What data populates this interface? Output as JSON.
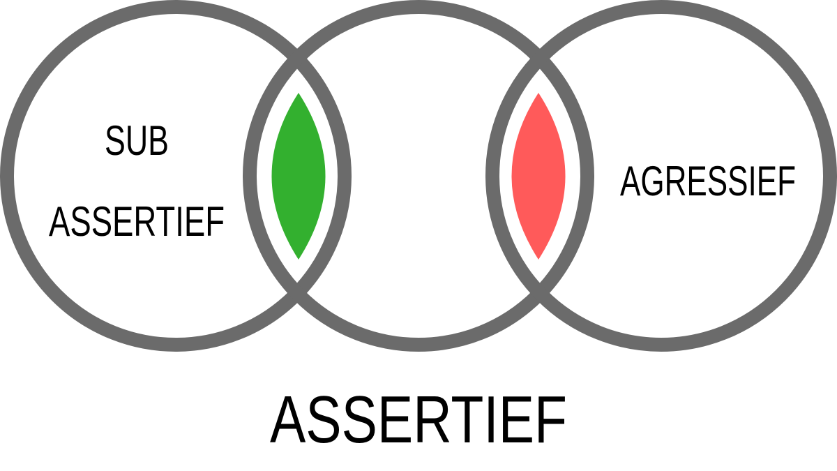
{
  "labels": {
    "left_line1": "SUB",
    "left_line2": "ASSERTIEF",
    "right": "AGRESSIEF",
    "bottom": "ASSERTIEF"
  },
  "colors": {
    "ring": "#6b6b6b",
    "left_overlap": "#33b02f",
    "right_overlap": "#ff5a5a",
    "background": "#ffffff",
    "text": "#000000"
  }
}
